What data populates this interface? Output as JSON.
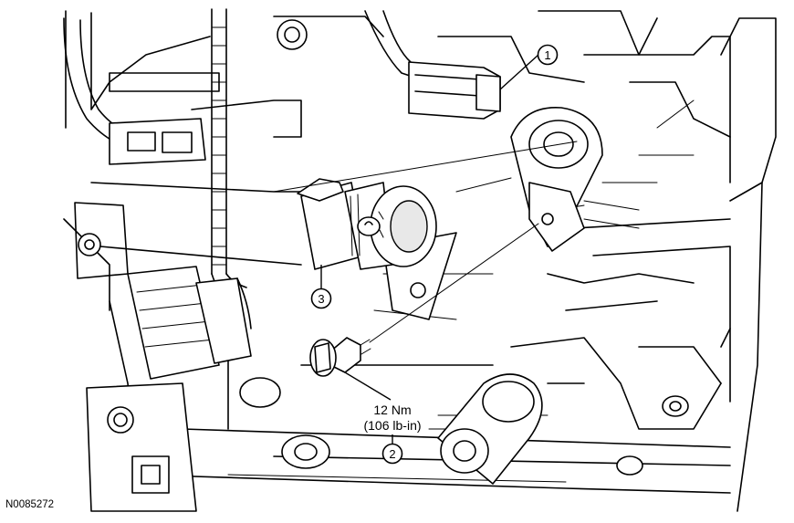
{
  "figure_id": "N0085272",
  "callouts": [
    {
      "number": "1"
    },
    {
      "number": "2"
    },
    {
      "number": "3"
    }
  ],
  "torque": {
    "metric": "12 Nm",
    "imperial": "(106 lb-in)"
  }
}
